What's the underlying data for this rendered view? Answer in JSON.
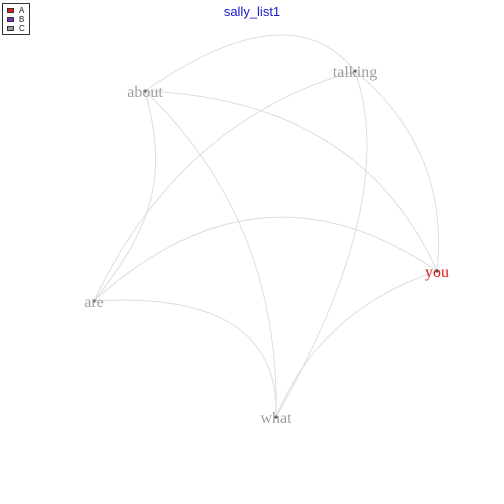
{
  "title": "sally_list1",
  "title_color": "#1a1acc",
  "legend": [
    {
      "label": "A",
      "color": "#e01c1c"
    },
    {
      "label": "B",
      "color": "#7b2fbf"
    },
    {
      "label": "C",
      "color": "#9e9e9e"
    }
  ],
  "nodes": [
    {
      "id": "about",
      "label": "about",
      "group": "C",
      "color": "#9e9e9e"
    },
    {
      "id": "talking",
      "label": "talking",
      "group": "C",
      "color": "#9e9e9e"
    },
    {
      "id": "you",
      "label": "you",
      "group": "A",
      "color": "#e01c1c"
    },
    {
      "id": "are",
      "label": "are",
      "group": "C",
      "color": "#9e9e9e"
    },
    {
      "id": "what",
      "label": "what",
      "group": "C",
      "color": "#9e9e9e"
    }
  ],
  "edges": [
    {
      "source": "about",
      "target": "talking"
    },
    {
      "source": "about",
      "target": "you"
    },
    {
      "source": "about",
      "target": "are"
    },
    {
      "source": "about",
      "target": "what"
    },
    {
      "source": "talking",
      "target": "are"
    },
    {
      "source": "talking",
      "target": "you"
    },
    {
      "source": "talking",
      "target": "what"
    },
    {
      "source": "you",
      "target": "are"
    },
    {
      "source": "you",
      "target": "what"
    },
    {
      "source": "are",
      "target": "what"
    }
  ]
}
